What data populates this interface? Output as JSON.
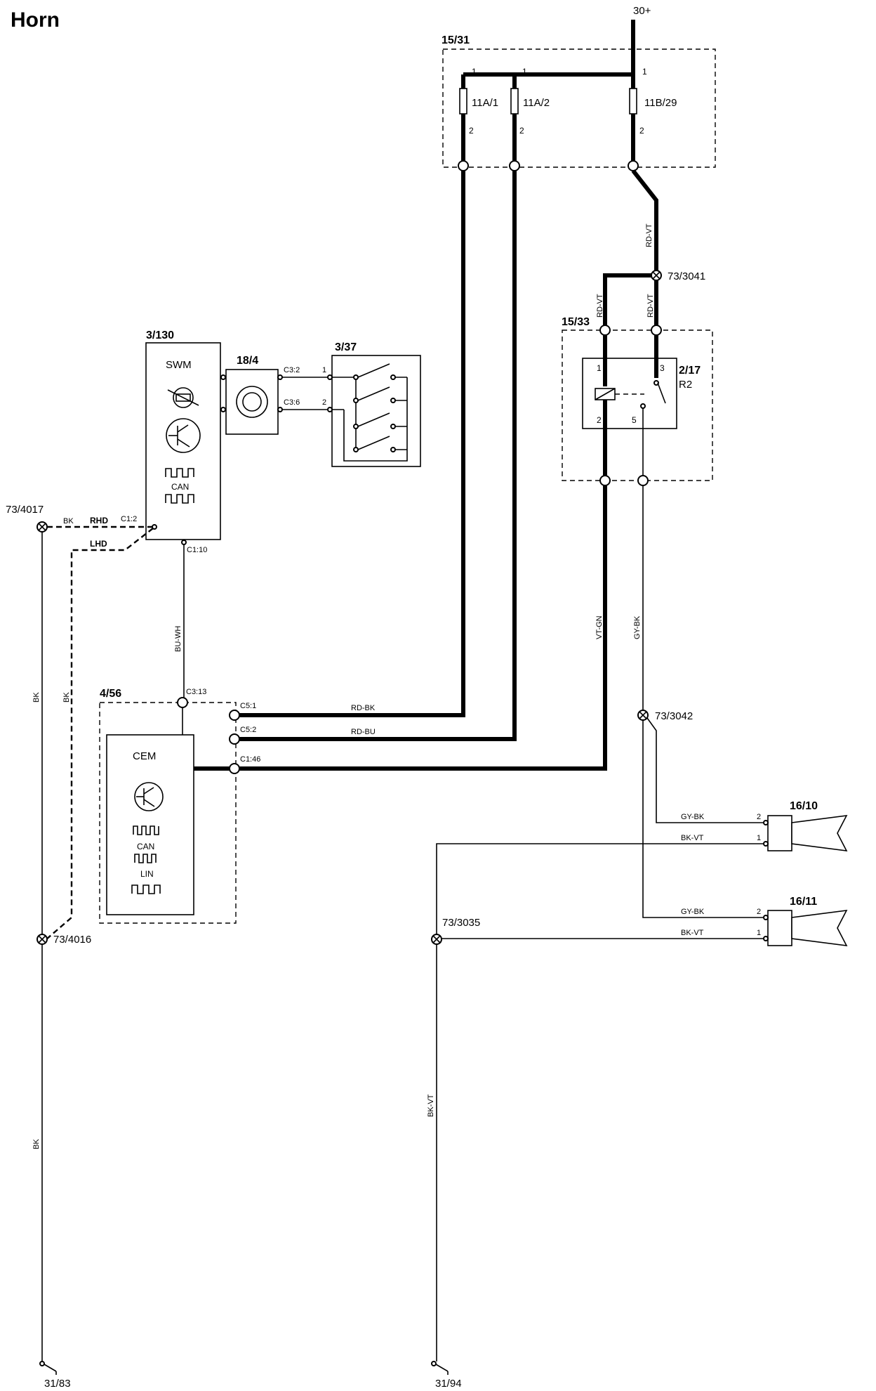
{
  "title": "Horn",
  "supply": "30+",
  "components": {
    "fuse_box": "15/31",
    "fuse_a": "11A/1",
    "fuse_b": "11A/2",
    "fuse_c": "11B/29",
    "relay_box": "15/33",
    "relay_id": "2/17",
    "relay_name": "R2",
    "swm_id": "3/130",
    "swm_name": "SWM",
    "clock_spring": "18/4",
    "horn_switch": "3/37",
    "cem_id": "4/56",
    "cem_name": "CEM",
    "horn1": "16/10",
    "horn2": "16/11"
  },
  "bus_labels": {
    "can": "CAN",
    "lin": "LIN"
  },
  "pins": {
    "p1": "1",
    "p2": "2",
    "p3": "3",
    "p5": "5",
    "c3_2": "C3:2",
    "c3_6": "C3:6",
    "c1_2": "C1:2",
    "c1_10": "C1:10",
    "c3_13": "C3:13",
    "c5_1": "C5:1",
    "c5_2": "C5:2",
    "c1_46": "C1:46"
  },
  "splices": {
    "s3041": "73/3041",
    "s4017": "73/4017",
    "s4016": "73/4016",
    "s3042": "73/3042",
    "s3035": "73/3035"
  },
  "grounds": {
    "g1": "31/83",
    "g2": "31/94"
  },
  "variants": {
    "rhd": "RHD",
    "lhd": "LHD"
  },
  "wires": {
    "bk": "BK",
    "bu_wh": "BU-WH",
    "rd_bk": "RD-BK",
    "rd_bu": "RD-BU",
    "rd_vt": "RD-VT",
    "vt_gn": "VT-GN",
    "gy_bk": "GY-BK",
    "bk_vt": "BK-VT"
  }
}
